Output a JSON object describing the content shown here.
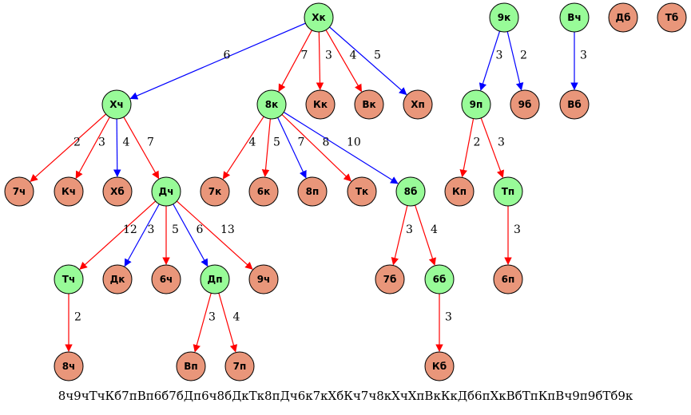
{
  "colors": {
    "internal": "#98fb98",
    "leaf": "#e9967a",
    "red_edge": "#ff0000",
    "blue_edge": "#0000ff"
  },
  "nodes": [
    {
      "id": "Xk",
      "label": "Хк",
      "kind": "internal"
    },
    {
      "id": "Xch",
      "label": "Хч",
      "kind": "internal"
    },
    {
      "id": "8k",
      "label": "8к",
      "kind": "internal"
    },
    {
      "id": "Kk",
      "label": "Кк",
      "kind": "leaf"
    },
    {
      "id": "Vk",
      "label": "Вк",
      "kind": "leaf"
    },
    {
      "id": "Xp",
      "label": "Хп",
      "kind": "leaf"
    },
    {
      "id": "9k",
      "label": "9к",
      "kind": "internal"
    },
    {
      "id": "Vch",
      "label": "Вч",
      "kind": "internal"
    },
    {
      "id": "Db",
      "label": "Дб",
      "kind": "leaf"
    },
    {
      "id": "Tb",
      "label": "Тб",
      "kind": "leaf"
    },
    {
      "id": "9p",
      "label": "9п",
      "kind": "internal"
    },
    {
      "id": "9b",
      "label": "9б",
      "kind": "leaf"
    },
    {
      "id": "Vb",
      "label": "Вб",
      "kind": "leaf"
    },
    {
      "id": "7ch",
      "label": "7ч",
      "kind": "leaf"
    },
    {
      "id": "Kch",
      "label": "Кч",
      "kind": "leaf"
    },
    {
      "id": "Xb",
      "label": "Хб",
      "kind": "leaf"
    },
    {
      "id": "Dch",
      "label": "Дч",
      "kind": "internal"
    },
    {
      "id": "7k",
      "label": "7к",
      "kind": "leaf"
    },
    {
      "id": "6k",
      "label": "6к",
      "kind": "leaf"
    },
    {
      "id": "8p",
      "label": "8п",
      "kind": "leaf"
    },
    {
      "id": "Tk",
      "label": "Тк",
      "kind": "leaf"
    },
    {
      "id": "8b",
      "label": "8б",
      "kind": "internal"
    },
    {
      "id": "Kp",
      "label": "Кп",
      "kind": "leaf"
    },
    {
      "id": "Tp",
      "label": "Тп",
      "kind": "internal"
    },
    {
      "id": "Tch",
      "label": "Тч",
      "kind": "internal"
    },
    {
      "id": "Dk",
      "label": "Дк",
      "kind": "leaf"
    },
    {
      "id": "6ch",
      "label": "6ч",
      "kind": "leaf"
    },
    {
      "id": "Dp",
      "label": "Дп",
      "kind": "internal"
    },
    {
      "id": "9ch",
      "label": "9ч",
      "kind": "leaf"
    },
    {
      "id": "7b",
      "label": "7б",
      "kind": "leaf"
    },
    {
      "id": "6b",
      "label": "6б",
      "kind": "internal"
    },
    {
      "id": "6p",
      "label": "6п",
      "kind": "leaf"
    },
    {
      "id": "8ch",
      "label": "8ч",
      "kind": "leaf"
    },
    {
      "id": "Vp",
      "label": "Вп",
      "kind": "leaf"
    },
    {
      "id": "7p",
      "label": "7п",
      "kind": "leaf"
    },
    {
      "id": "Kb",
      "label": "Кб",
      "kind": "leaf"
    }
  ],
  "edges": [
    {
      "from": "Xk",
      "to": "Xch",
      "label": "6",
      "color": "blue"
    },
    {
      "from": "Xk",
      "to": "8k",
      "label": "7",
      "color": "red"
    },
    {
      "from": "Xk",
      "to": "Kk",
      "label": "3",
      "color": "red"
    },
    {
      "from": "Xk",
      "to": "Vk",
      "label": "4",
      "color": "red"
    },
    {
      "from": "Xk",
      "to": "Xp",
      "label": "5",
      "color": "blue"
    },
    {
      "from": "9k",
      "to": "9p",
      "label": "3",
      "color": "blue"
    },
    {
      "from": "9k",
      "to": "9b",
      "label": "2",
      "color": "blue"
    },
    {
      "from": "Vch",
      "to": "Vb",
      "label": "3",
      "color": "blue"
    },
    {
      "from": "Xch",
      "to": "7ch",
      "label": "2",
      "color": "red"
    },
    {
      "from": "Xch",
      "to": "Kch",
      "label": "3",
      "color": "red"
    },
    {
      "from": "Xch",
      "to": "Xb",
      "label": "4",
      "color": "blue"
    },
    {
      "from": "Xch",
      "to": "Dch",
      "label": "7",
      "color": "red"
    },
    {
      "from": "8k",
      "to": "7k",
      "label": "4",
      "color": "red"
    },
    {
      "from": "8k",
      "to": "6k",
      "label": "5",
      "color": "red"
    },
    {
      "from": "8k",
      "to": "8p",
      "label": "7",
      "color": "blue"
    },
    {
      "from": "8k",
      "to": "Tk",
      "label": "8",
      "color": "red"
    },
    {
      "from": "8k",
      "to": "8b",
      "label": "10",
      "color": "blue"
    },
    {
      "from": "9p",
      "to": "Kp",
      "label": "2",
      "color": "red"
    },
    {
      "from": "9p",
      "to": "Tp",
      "label": "3",
      "color": "red"
    },
    {
      "from": "Dch",
      "to": "Tch",
      "label": "12",
      "color": "red"
    },
    {
      "from": "Dch",
      "to": "Dk",
      "label": "3",
      "color": "blue"
    },
    {
      "from": "Dch",
      "to": "6ch",
      "label": "5",
      "color": "red"
    },
    {
      "from": "Dch",
      "to": "Dp",
      "label": "6",
      "color": "blue"
    },
    {
      "from": "Dch",
      "to": "9ch",
      "label": "13",
      "color": "red"
    },
    {
      "from": "8b",
      "to": "7b",
      "label": "3",
      "color": "red"
    },
    {
      "from": "8b",
      "to": "6b",
      "label": "4",
      "color": "red"
    },
    {
      "from": "Tp",
      "to": "6p",
      "label": "3",
      "color": "red"
    },
    {
      "from": "Tch",
      "to": "8ch",
      "label": "2",
      "color": "red"
    },
    {
      "from": "Dp",
      "to": "Vp",
      "label": "3",
      "color": "red"
    },
    {
      "from": "Dp",
      "to": "7p",
      "label": "4",
      "color": "red"
    },
    {
      "from": "6b",
      "to": "Kb",
      "label": "3",
      "color": "red"
    }
  ],
  "footer": "8ч9чТчКб7пВп6б7бДп6ч8бДкТк8пДч6к7кХбКч7ч8кХчХпВкКкДб6пХкВбТпКпВч9п9бТб9к"
}
